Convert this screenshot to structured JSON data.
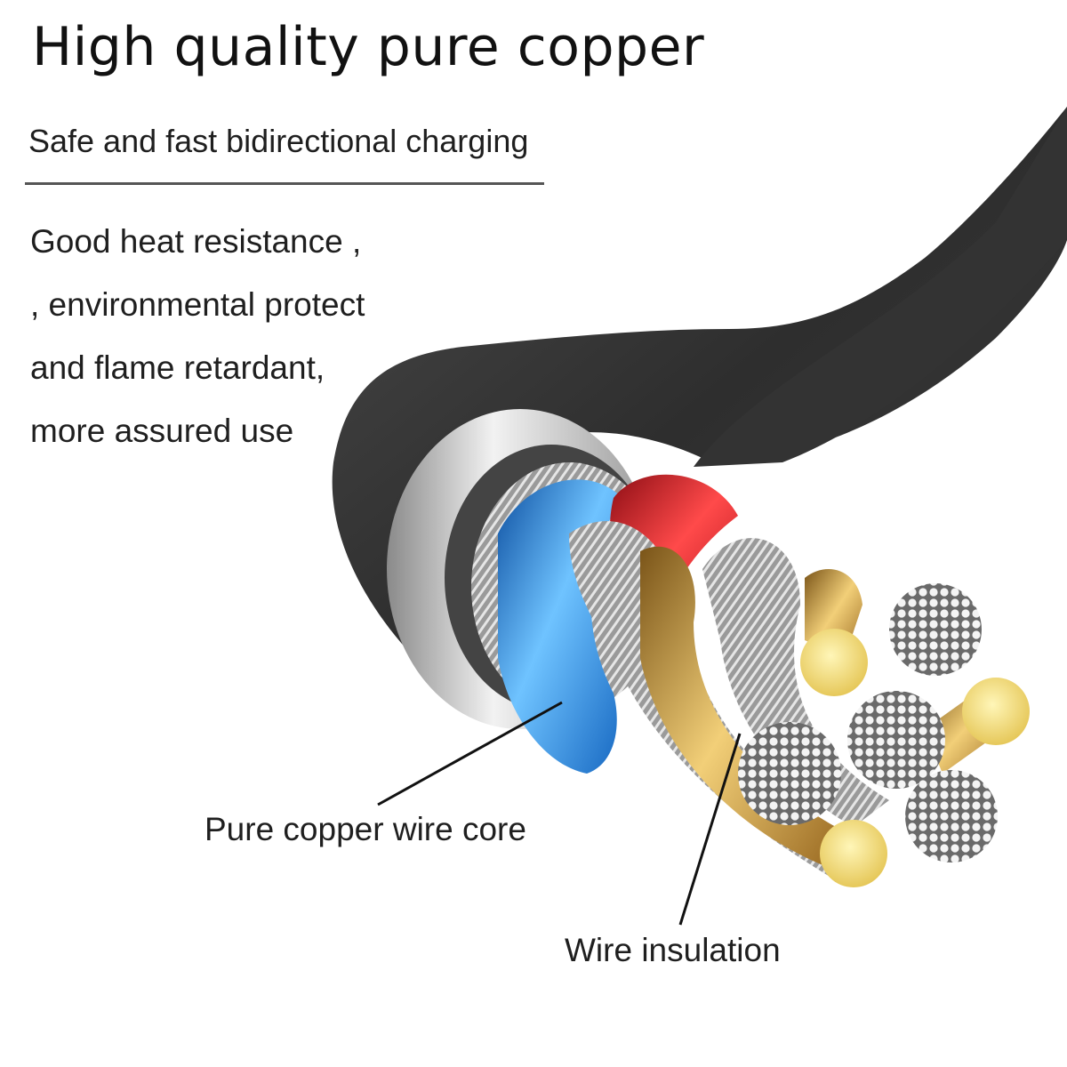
{
  "headline": "High quality pure copper",
  "subheadline": "Safe and fast bidirectional charging",
  "features": [
    "Good heat resistance ,",
    ", environmental protect",
    "and flame retardant,",
    "more assured use"
  ],
  "callouts": {
    "core": "Pure copper wire core",
    "insulation": "Wire insulation"
  },
  "colors": {
    "jacket": "#3a3a3a",
    "shield": "#c8c8c8",
    "blue_wire": "#1f7fd6",
    "red_wire": "#d0202a",
    "copper": "#c8973a",
    "copper_tip": "#f1dc7a",
    "strand": "#e8e8e8"
  }
}
